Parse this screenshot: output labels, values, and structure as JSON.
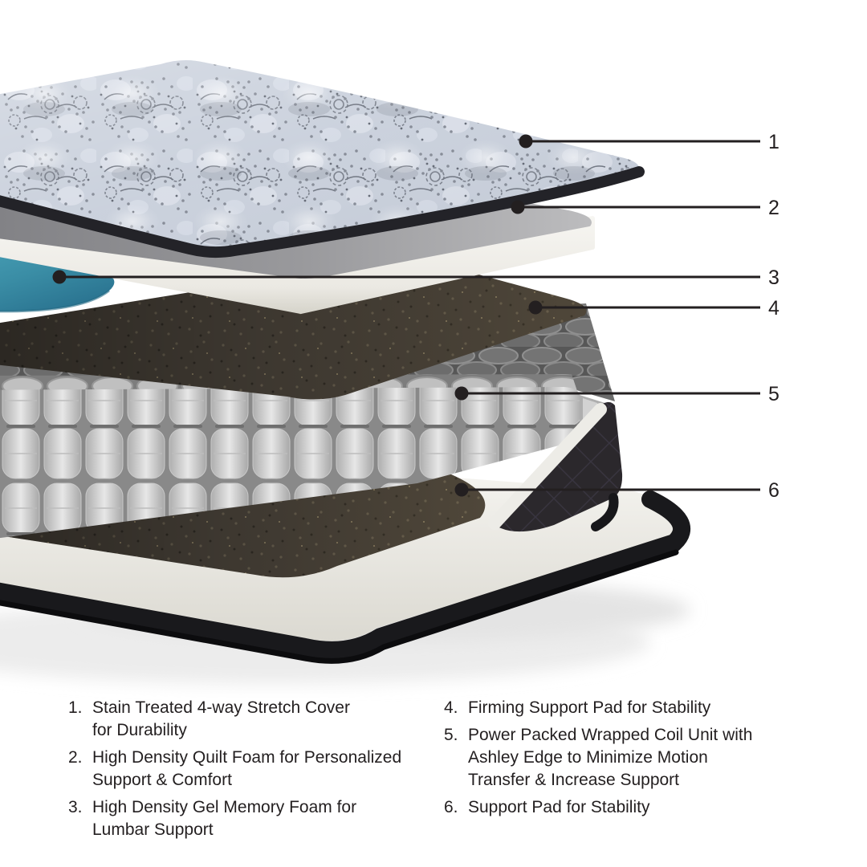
{
  "callouts": [
    {
      "label": "1"
    },
    {
      "label": "2"
    },
    {
      "label": "3"
    },
    {
      "label": "4"
    },
    {
      "label": "5"
    },
    {
      "label": "6"
    }
  ],
  "legend": {
    "left": [
      {
        "num": "1.",
        "text": "Stain Treated 4-way Stretch Cover\nfor Durability"
      },
      {
        "num": "2.",
        "text": "High Density Quilt Foam for Personalized\nSupport & Comfort"
      },
      {
        "num": "3.",
        "text": "High Density Gel Memory Foam for\nLumbar Support"
      }
    ],
    "right": [
      {
        "num": "4.",
        "text": "Firming Support Pad for Stability"
      },
      {
        "num": "5.",
        "text": "Power Packed Wrapped Coil Unit with\nAshley Edge to Minimize Motion\nTransfer & Increase Support"
      },
      {
        "num": "6.",
        "text": "Support Pad for Stability"
      }
    ]
  },
  "colors": {
    "text": "#231f20",
    "leader_line": "#231f20",
    "fabric_base": "#c8cfdb",
    "binding_black": "#232328",
    "foam_white": "#f2f1ec",
    "gel_teal": "#3f93ab",
    "pad_dark": "#423c34",
    "coil_gray": "#d9d9d9",
    "base_black": "#19191c",
    "background": "#ffffff"
  }
}
